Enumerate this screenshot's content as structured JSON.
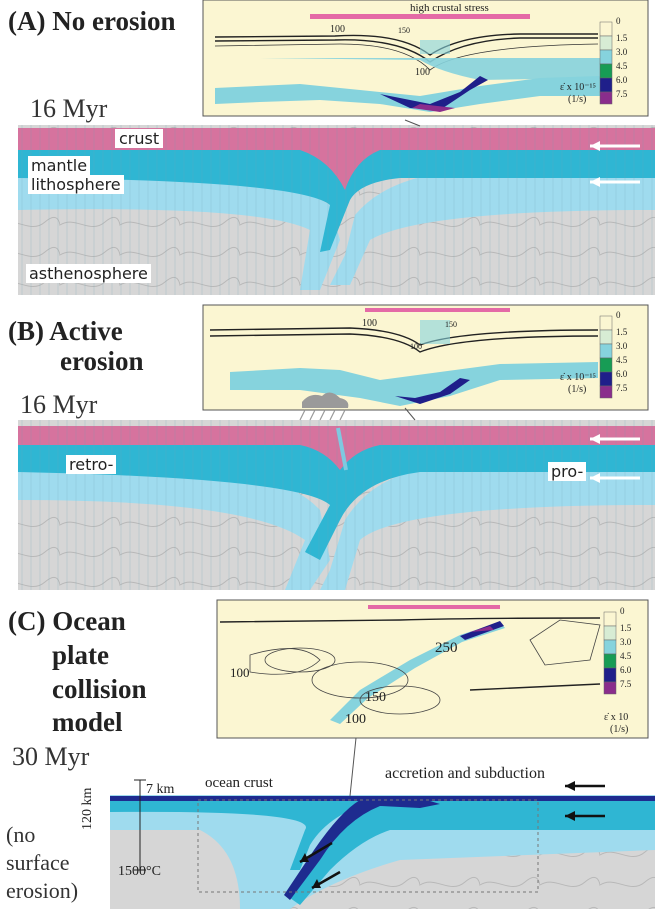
{
  "panels": {
    "a": {
      "label": "(A) No erosion",
      "time": "16 Myr",
      "inset": {
        "stress_label": "high crustal stress",
        "contours": [
          "100",
          "150",
          "100"
        ],
        "unit": "ε̇ x 10⁻¹⁵",
        "unit2": "(1/s)"
      },
      "layers": {
        "crust": "crust",
        "mantle": "mantle",
        "lith": "lithosphere",
        "asth": "asthenosphere"
      }
    },
    "b": {
      "label1": "(B) Active",
      "label2": "erosion",
      "time": "16 Myr",
      "inset": {
        "contours": [
          "100",
          "150",
          "100"
        ],
        "unit": "ε̇ x 10⁻¹⁵",
        "unit2": "(1/s)"
      },
      "layers": {
        "retro": "retro-",
        "pro": "pro-"
      }
    },
    "c": {
      "label_lines": [
        "(C) Ocean",
        "plate",
        "collision",
        "model"
      ],
      "time": "30 Myr",
      "inset": {
        "contours": [
          "100",
          "250",
          "150",
          "100"
        ],
        "unit": "ε̇ x 10",
        "unit2": "(1/s)"
      },
      "annotations": {
        "ocean_crust": "ocean crust",
        "accretion": "accretion and subduction",
        "depth_7": "7 km",
        "depth_120": "120 km",
        "temp": "1500°C"
      },
      "note_lines": [
        "(no",
        "surface",
        "erosion)"
      ]
    }
  },
  "colorbar": {
    "ticks": [
      "0",
      "1.5",
      "3.0",
      "4.5",
      "6.0",
      "7.5"
    ],
    "colors": [
      "#fbf6d2",
      "#d7ecd4",
      "#86d3dd",
      "#3aa6a8",
      "#179c55",
      "#1f1f8a",
      "#8a2d8c"
    ]
  },
  "colors": {
    "crust": "#d6739e",
    "mantle_lith": "#2fb6d3",
    "light_mantle": "#9fdbee",
    "asthenosphere": "#d6d6d6",
    "ocean_crust": "#1e2b8f",
    "stress_bar": "#e46aa6"
  }
}
